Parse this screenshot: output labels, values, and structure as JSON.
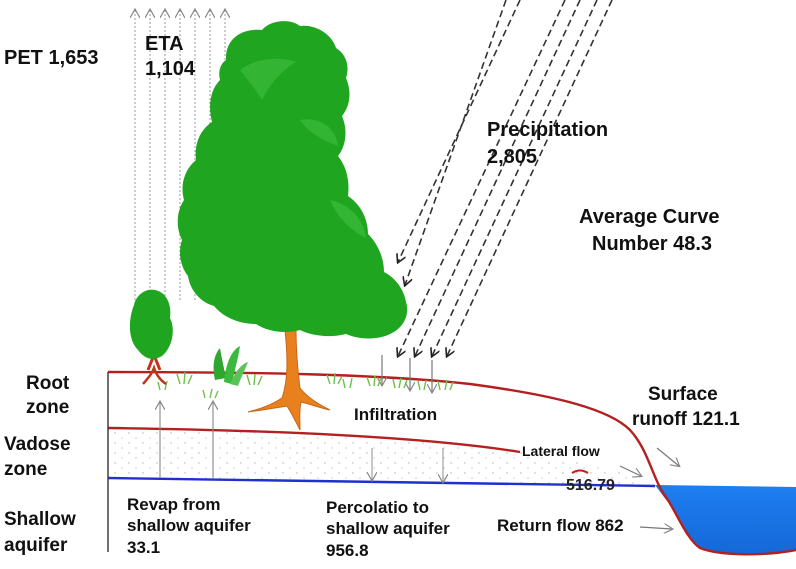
{
  "labels": {
    "pet": "PET 1,653",
    "eta_title": "ETA",
    "eta_value": "1,104",
    "precip_title": "Precipitation",
    "precip_value": "2,805",
    "curve_line1": "Average Curve",
    "curve_line2": "Number 48.3",
    "root_line1": "Root",
    "root_line2": "zone",
    "vadose_line1": "Vadose",
    "vadose_line2": "zone",
    "shallow_line1": "Shallow",
    "shallow_line2": "aquifer",
    "infiltration": "Infiltration",
    "lateral_flow": "Lateral flow",
    "surface_line1": "Surface",
    "surface_line2": "runoff 121.1",
    "water_table_value": "516.79",
    "revap_line1": "Revap from",
    "revap_line2": "shallow aquifer",
    "revap_line3": "33.1",
    "perc_line1": "Percolatio to",
    "perc_line2": "shallow aquifer",
    "perc_line3": "956.8",
    "return_flow": "Return flow 862"
  },
  "colors": {
    "tree_foliage": "#1fa51f",
    "tree_trunk": "#e8801e",
    "soil_line": "#b41f1f",
    "water_table": "#1f2fd0",
    "water_body": "#1e7ef0",
    "grass": "#6fbf4a"
  }
}
